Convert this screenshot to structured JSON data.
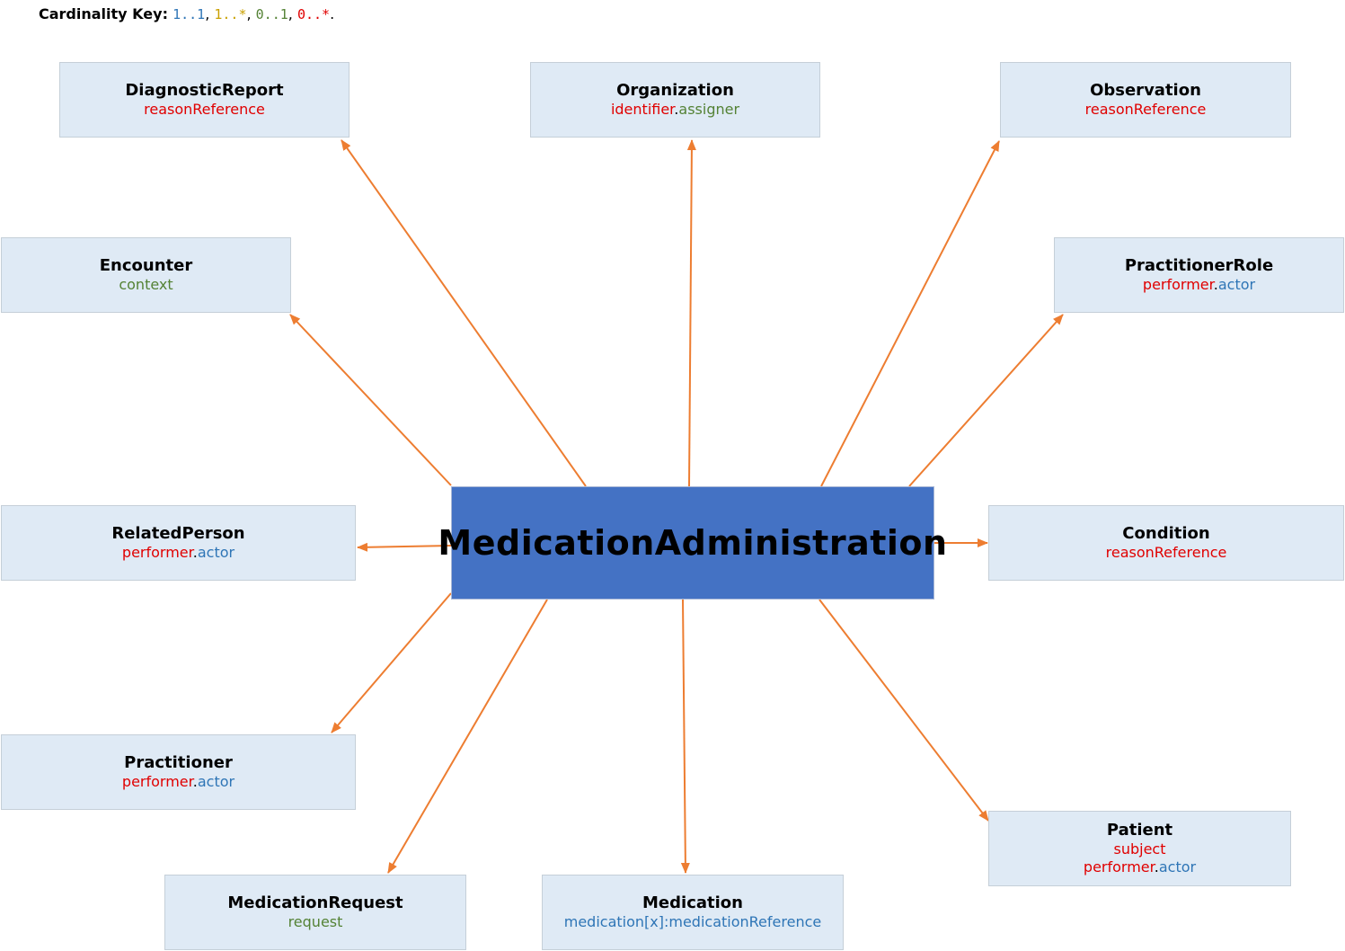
{
  "key": {
    "label": "Cardinality Key:",
    "items": [
      {
        "text": "1..1",
        "color": "#2e75b6",
        "sep": ", "
      },
      {
        "text": "1..*",
        "color": "#c9a000",
        "sep": ", "
      },
      {
        "text": "0..1",
        "color": "#548235",
        "sep": ", "
      },
      {
        "text": "0..*",
        "color": "#e00000",
        "sep": "."
      }
    ]
  },
  "colors": {
    "arrow": "#ed7d31",
    "ref_1_1": "#2e75b6",
    "ref_0_1": "#548235",
    "ref_0_star": "#e00000",
    "node_fill": "#dfeaf5",
    "center_fill": "#4472c4"
  },
  "center": {
    "title": "MedicationAdministration"
  },
  "nodes": [
    {
      "id": "diagnosticreport",
      "title": "DiagnosticReport",
      "refs": [
        [
          {
            "text": "reasonReference",
            "color": "#e00000"
          }
        ]
      ]
    },
    {
      "id": "organization",
      "title": "Organization",
      "refs": [
        [
          {
            "text": "identifier",
            "color": "#e00000"
          },
          {
            "text": ".",
            "color": "#000000"
          },
          {
            "text": "assigner",
            "color": "#548235"
          }
        ]
      ]
    },
    {
      "id": "observation",
      "title": "Observation",
      "refs": [
        [
          {
            "text": "reasonReference",
            "color": "#e00000"
          }
        ]
      ]
    },
    {
      "id": "encounter",
      "title": "Encounter",
      "refs": [
        [
          {
            "text": "context",
            "color": "#548235"
          }
        ]
      ]
    },
    {
      "id": "practitionerrole",
      "title": "PractitionerRole",
      "refs": [
        [
          {
            "text": "performer",
            "color": "#e00000"
          },
          {
            "text": ".",
            "color": "#000000"
          },
          {
            "text": "actor",
            "color": "#2e75b6"
          }
        ]
      ]
    },
    {
      "id": "relatedperson",
      "title": "RelatedPerson",
      "refs": [
        [
          {
            "text": "performer",
            "color": "#e00000"
          },
          {
            "text": ".",
            "color": "#000000"
          },
          {
            "text": "actor",
            "color": "#2e75b6"
          }
        ]
      ]
    },
    {
      "id": "condition",
      "title": "Condition",
      "refs": [
        [
          {
            "text": "reasonReference",
            "color": "#e00000"
          }
        ]
      ]
    },
    {
      "id": "practitioner",
      "title": "Practitioner",
      "refs": [
        [
          {
            "text": "performer",
            "color": "#e00000"
          },
          {
            "text": ".",
            "color": "#000000"
          },
          {
            "text": "actor",
            "color": "#2e75b6"
          }
        ]
      ]
    },
    {
      "id": "patient",
      "title": "Patient",
      "refs": [
        [
          {
            "text": "subject",
            "color": "#e00000"
          }
        ],
        [
          {
            "text": "performer",
            "color": "#e00000"
          },
          {
            "text": ".",
            "color": "#000000"
          },
          {
            "text": "actor",
            "color": "#2e75b6"
          }
        ]
      ]
    },
    {
      "id": "medicationrequest",
      "title": "MedicationRequest",
      "refs": [
        [
          {
            "text": "request",
            "color": "#548235"
          }
        ]
      ]
    },
    {
      "id": "medication",
      "title": "Medication",
      "refs": [
        [
          {
            "text": "medication[x]:medicationReference",
            "color": "#2e75b6"
          }
        ]
      ]
    }
  ]
}
